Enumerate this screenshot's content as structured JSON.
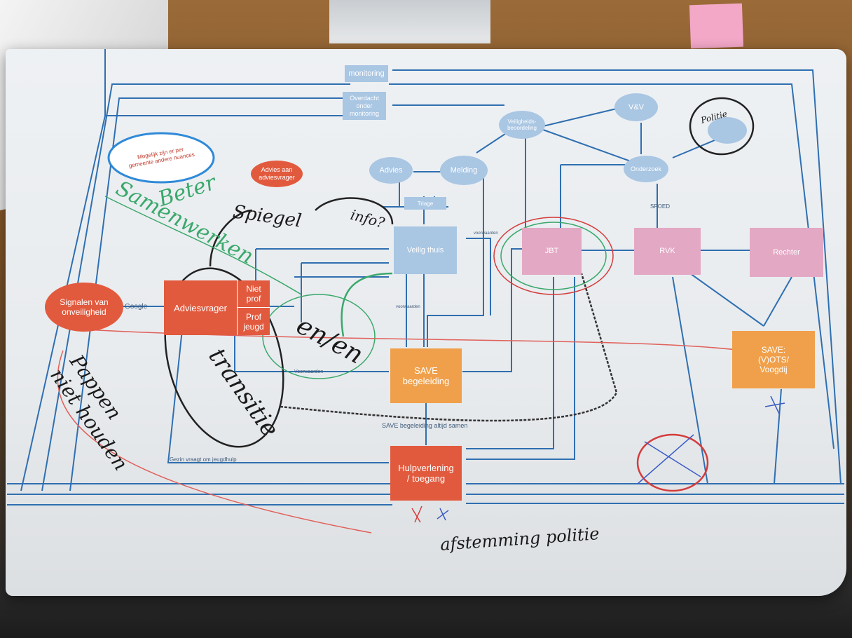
{
  "nodes": {
    "monitoring_top": "monitoring",
    "overdacht": "Overdacht\nonder\nmonitoring",
    "veiligheids": "Veiligheids-\nbeoordeling",
    "vav": "V&V",
    "politie_node": "",
    "advies": "Advies",
    "melding": "Melding",
    "onderzoek": "Onderzoek",
    "advies_aan": "Advies aan\nadviesvrager",
    "triage": "Triage",
    "veilig_thuis": "Veilig thuis",
    "jbt": "JBT",
    "rvk": "RVK",
    "rechter": "Rechter",
    "signalen": "Signalen van\nonveiligheid",
    "adviesvrager": "Adviesvrager",
    "niet_prof": "Niet\nprof",
    "prof_jeugd": "Prof\njeugd",
    "save_begeleiding": "SAVE\nbegeleiding",
    "save_vots": "SAVE:\n(V)OTS/\nVoogdij",
    "hulpverlening": "Hulpverlening\n/ toegang",
    "cloud": "Mogelijk zijn er per\ngemeente andere nuances"
  },
  "edge_labels": {
    "google": "Google",
    "save_samen": "SAVE begeleiding altijd samen",
    "gezin": "Gezin vraagt om jeugdhulp",
    "spoed": "SPOED",
    "voorwaarden": "Voorwaarden",
    "voorwaarden2": "voorwaarden",
    "voorwaarden3": "voorwaarden"
  },
  "handwriting": {
    "beter": "Beter",
    "samenwerken": "Samenwerken",
    "spiegel": "Spiegel",
    "info": "info?",
    "politie": "Politie",
    "en_en": "en/en",
    "transitie": "transitie",
    "pappen": "Pappen\nniet houden",
    "afstemming": "afstemming politie"
  },
  "colors": {
    "blue_node": "#a9c6e3",
    "pink_node": "#e3a8c4",
    "orange_node": "#f0a04a",
    "red_node": "#e25a3e",
    "line": "#2f6fb0"
  }
}
